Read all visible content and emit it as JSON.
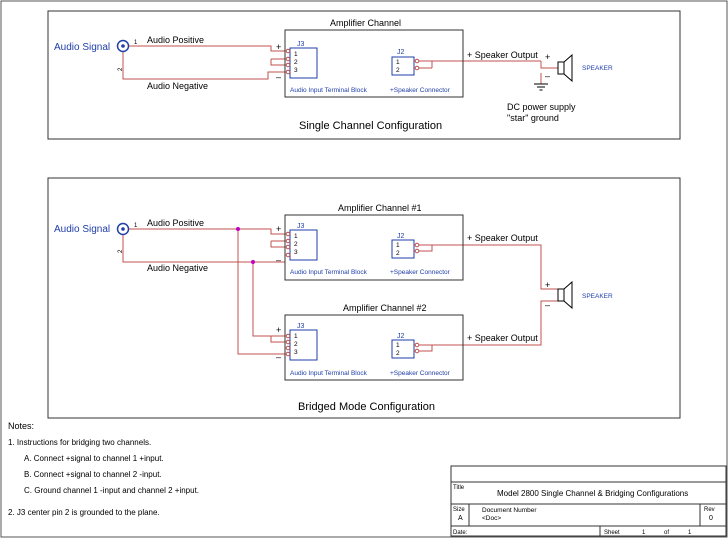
{
  "single": {
    "amp_title": "Amplifier Channel",
    "audio_signal": "Audio Signal",
    "audio_positive": "Audio Positive",
    "audio_negative": "Audio Negative",
    "j3_ref": "J3",
    "j2_ref": "J2",
    "pin1": "1",
    "pin2": "2",
    "pin3": "3",
    "j3_label": "Audio Input Terminal Block",
    "j2_label": "+Speaker Connector",
    "speaker_output": "+ Speaker Output",
    "speaker": "SPEAKER",
    "plus": "+",
    "minus": "–",
    "dc_supply": "DC power supply",
    "star_ground": "\"star\" ground",
    "caption": "Single Channel Configuration"
  },
  "bridged": {
    "amp1_title": "Amplifier Channel #1",
    "amp2_title": "Amplifier Channel #2",
    "audio_signal": "Audio Signal",
    "audio_positive": "Audio Positive",
    "audio_negative": "Audio Negative",
    "j3_ref": "J3",
    "j2_ref": "J2",
    "pin1": "1",
    "pin2": "2",
    "pin3": "3",
    "j3_label": "Audio Input Terminal Block",
    "j2_label": "+Speaker Connector",
    "speaker_output": "+ Speaker Output",
    "speaker": "SPEAKER",
    "plus": "+",
    "minus": "–",
    "caption": "Bridged Mode Configuration"
  },
  "notes": {
    "title": "Notes:",
    "item1": "1. Instructions for bridging two channels.",
    "itemA": "A. Connect +signal to channel 1 +input.",
    "itemB": "B. Connect +signal to channel 2 -input.",
    "itemC": "C. Ground channel 1 -input and channel 2 +input.",
    "item2": "2. J3 center pin 2 is grounded to the plane."
  },
  "title_block": {
    "title_label": "Title",
    "title": "Model 2800 Single Channel & Bridging Configurations",
    "size_label": "Size",
    "size": "A",
    "docnum_label": "Document Number",
    "docnum": "<Doc>",
    "rev_label": "Rev",
    "rev": "0",
    "date_label": "Date:",
    "sheet_label": "Sheet",
    "sheet": "1",
    "of_label": "of",
    "of": "1"
  },
  "colors": {
    "wire": "#c0504d",
    "junction": "#c000c0",
    "blue_text": "#1f3ea8",
    "line": "#000000"
  }
}
